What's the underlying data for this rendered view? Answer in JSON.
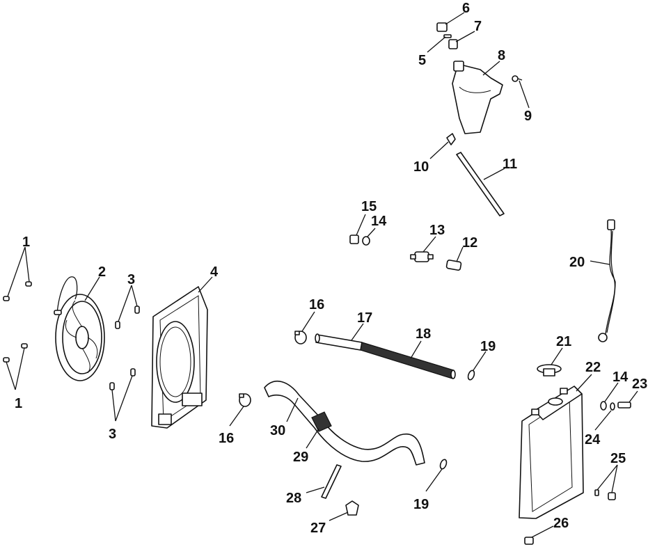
{
  "diagram": {
    "callouts": [
      "1",
      "1",
      "2",
      "3",
      "3",
      "4",
      "5",
      "6",
      "7",
      "8",
      "9",
      "10",
      "11",
      "12",
      "13",
      "14",
      "14",
      "15",
      "16",
      "16",
      "17",
      "18",
      "19",
      "19",
      "20",
      "21",
      "22",
      "23",
      "24",
      "25",
      "26",
      "27",
      "28",
      "29",
      "30"
    ]
  }
}
